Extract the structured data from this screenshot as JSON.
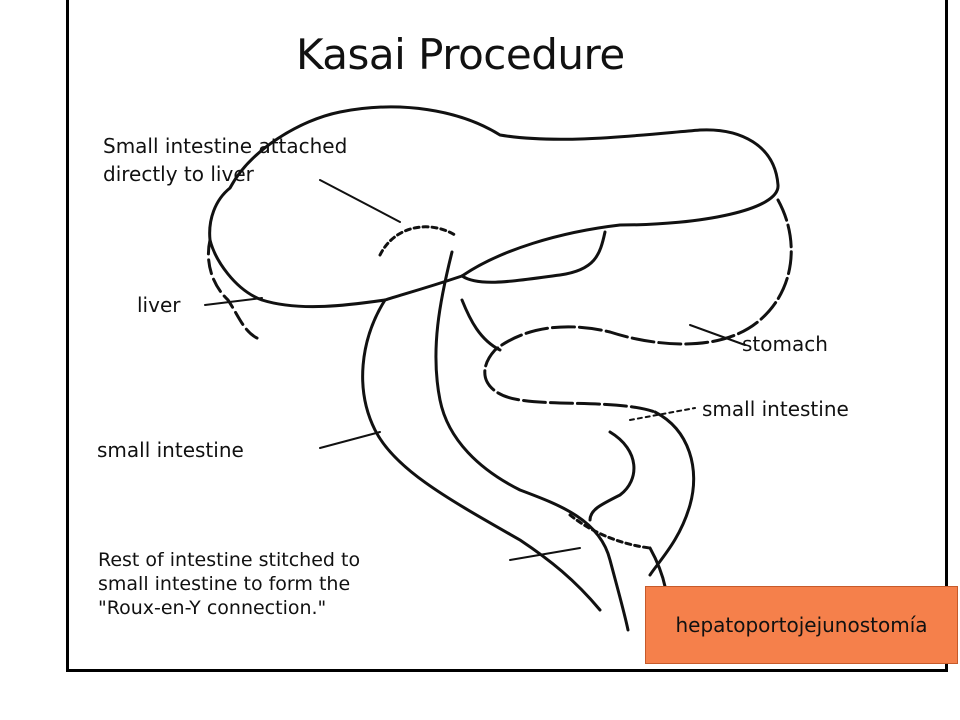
{
  "diagram": {
    "title": "Kasai Procedure",
    "labels": {
      "attached_line1": "Small intestine attached",
      "attached_line2": "directly to liver",
      "liver": "liver",
      "stomach": "stomach",
      "small_intestine_right": "small intestine",
      "small_intestine_left": "small intestine",
      "rest_line1": "Rest of intestine stitched to",
      "rest_line2": "small intestine to form the",
      "rest_line3": "\"Roux-en-Y connection.\""
    }
  },
  "callout": {
    "text": "hepatoportojejunostomía",
    "color": "#f5804b"
  }
}
